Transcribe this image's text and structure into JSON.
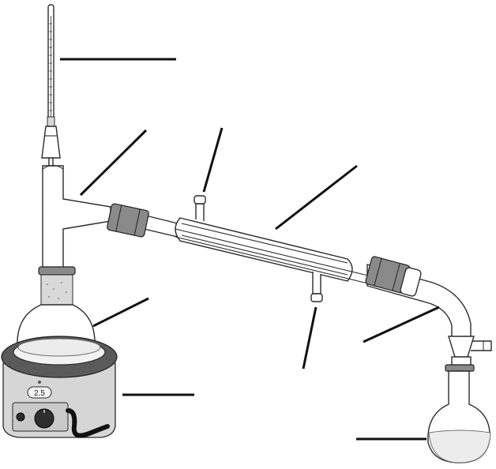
{
  "apparatus": {
    "heating_mantle": {
      "display_value": "2.5"
    }
  },
  "colors": {
    "outline": "#2b2b2b",
    "leader_line": "#111111",
    "ground_glass_joint": "#8a8a8a",
    "mantle_top": "#5a5a5a",
    "mantle_body": "#d6d6d6",
    "liquid": "#ececec"
  },
  "leader_lines": [
    {
      "id": "thermometer"
    },
    {
      "id": "distillation-head"
    },
    {
      "id": "water-outlet"
    },
    {
      "id": "condenser"
    },
    {
      "id": "distilling-flask"
    },
    {
      "id": "heating-mantle"
    },
    {
      "id": "water-inlet"
    },
    {
      "id": "vacuum-adapter"
    },
    {
      "id": "receiving-flask"
    }
  ]
}
